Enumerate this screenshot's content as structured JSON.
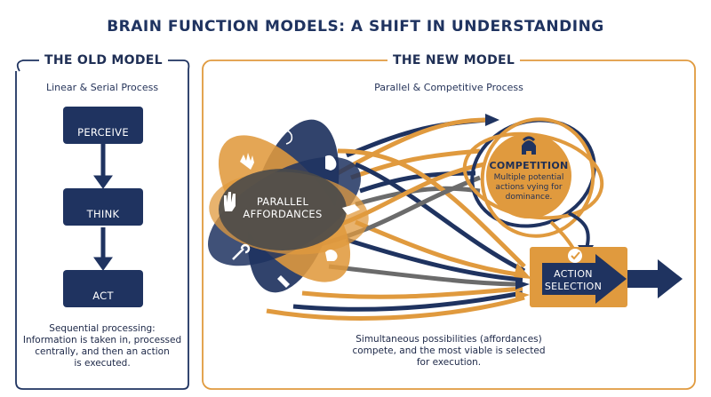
{
  "title": "BRAIN FUNCTION MODELS: A SHIFT IN UNDERSTANDING",
  "old_model": {
    "heading": "THE OLD MODEL",
    "subtitle": "Linear & Serial Process",
    "steps": [
      {
        "label": "PERCEIVE",
        "icon": "eye-icon"
      },
      {
        "label": "THINK",
        "icon": "brain-icon"
      },
      {
        "label": "ACT",
        "icon": "running-person-icon"
      }
    ],
    "caption": [
      "Sequential processing:",
      "Information is taken in, processed",
      "centrally, and then an action",
      "is executed."
    ]
  },
  "new_model": {
    "heading": "THE NEW MODEL",
    "subtitle": "Parallel & Competitive Process",
    "affordances": {
      "line1": "PARALLEL",
      "line2": "AFFORDANCES",
      "icons": [
        "hand-icon",
        "foot-icon",
        "glove-icon",
        "wrench-icon",
        "grab-icon",
        "palm-icon",
        "bottle-icon"
      ]
    },
    "competition": {
      "heading": "COMPETITION",
      "text": [
        "Multiple potential",
        "actions vying for",
        "dominance."
      ],
      "icon": "spartan-helmet-icon"
    },
    "action_selection": {
      "line1": "ACTION",
      "line2": "SELECTION",
      "icon": "checkmark-icon"
    },
    "caption": [
      "Simultaneous possibilities (affordances)",
      "compete, and the most viable is selected",
      "for execution."
    ]
  },
  "colors": {
    "navy": "#1f3360",
    "orange": "#e09a3e",
    "gray": "#6b6b6b"
  }
}
